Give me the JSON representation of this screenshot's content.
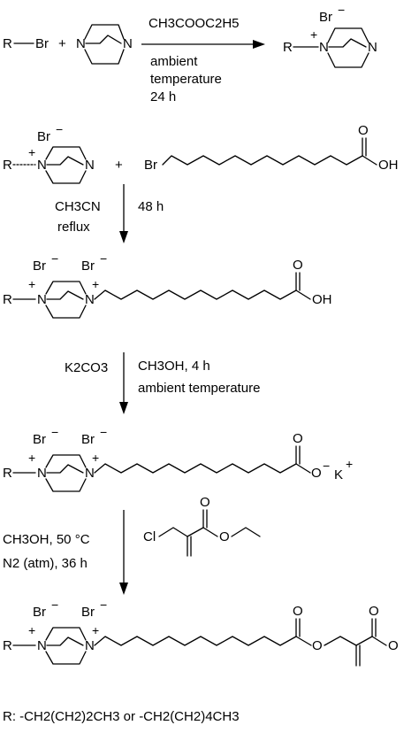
{
  "step1": {
    "r": "R",
    "br": "Br",
    "plus": "+",
    "reagent": "CH3COOC2H5",
    "conditions": [
      "ambient",
      "temperature",
      "24 h"
    ]
  },
  "n": "N",
  "br_anion": "Br",
  "minus": "−",
  "charge_plus": "+",
  "step2": {
    "reactant_plus": "+",
    "reactant_br": "Br",
    "o": "O",
    "oh": "OH",
    "solvent": "CH3CN",
    "solvent_cond": "reflux",
    "time": "48 h"
  },
  "step3": {
    "base": "K2CO3",
    "solvent_time": "CH3OH, 4 h",
    "temp": "ambient temperature",
    "o": "O",
    "o_minus": "O",
    "k": "K"
  },
  "step4": {
    "solvent_temp": "CH3OH, 50 °C",
    "atmosphere": "N2 (atm), 36 h",
    "cl": "Cl",
    "o": "O",
    "o2": "O",
    "o3": "O",
    "o4": "O"
  },
  "footnote": "R: -CH2(CH2)2CH3 or -CH2(CH2)4CH3"
}
